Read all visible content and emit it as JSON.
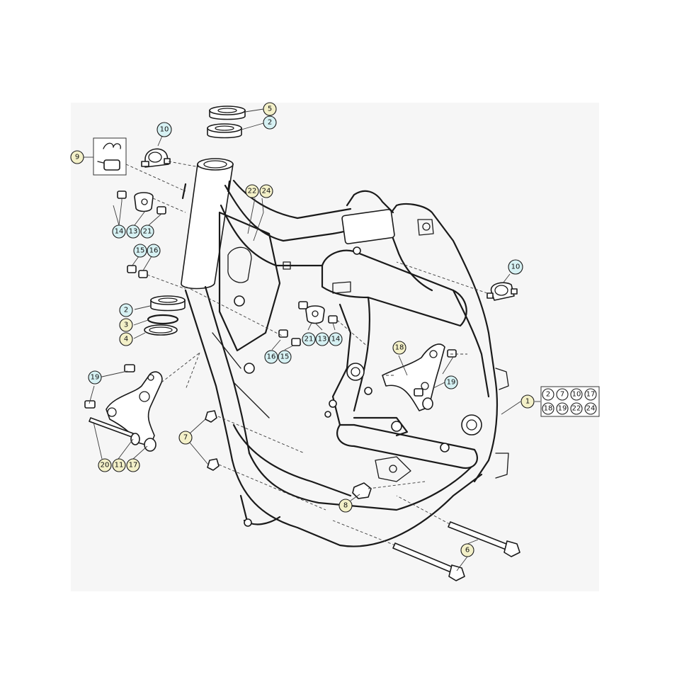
{
  "colors": {
    "callout_yellow": "#f3f0c8",
    "callout_cyan": "#d6f1f3",
    "callout_white": "#ffffff",
    "panel_background": "#f6f6f6",
    "line": "#1a1a1a"
  },
  "callouts": [
    {
      "id": "c5",
      "label": "5",
      "style": "yellow"
    },
    {
      "id": "c2a",
      "label": "2",
      "style": "cyan"
    },
    {
      "id": "c10a",
      "label": "10",
      "style": "cyan"
    },
    {
      "id": "c9",
      "label": "9",
      "style": "yellow"
    },
    {
      "id": "c22",
      "label": "22",
      "style": "yellow"
    },
    {
      "id": "c24",
      "label": "24",
      "style": "yellow"
    },
    {
      "id": "c14a",
      "label": "14",
      "style": "cyan"
    },
    {
      "id": "c13a",
      "label": "13",
      "style": "cyan"
    },
    {
      "id": "c21a",
      "label": "21",
      "style": "cyan"
    },
    {
      "id": "c15a",
      "label": "15",
      "style": "cyan"
    },
    {
      "id": "c16a",
      "label": "16",
      "style": "cyan"
    },
    {
      "id": "c2b",
      "label": "2",
      "style": "cyan"
    },
    {
      "id": "c3",
      "label": "3",
      "style": "yellow"
    },
    {
      "id": "c4",
      "label": "4",
      "style": "yellow"
    },
    {
      "id": "c21b",
      "label": "21",
      "style": "cyan"
    },
    {
      "id": "c13b",
      "label": "13",
      "style": "cyan"
    },
    {
      "id": "c14b",
      "label": "14",
      "style": "cyan"
    },
    {
      "id": "c16b",
      "label": "16",
      "style": "cyan"
    },
    {
      "id": "c15b",
      "label": "15",
      "style": "cyan"
    },
    {
      "id": "c10b",
      "label": "10",
      "style": "cyan"
    },
    {
      "id": "c18",
      "label": "18",
      "style": "yellow"
    },
    {
      "id": "c19a",
      "label": "19",
      "style": "cyan"
    },
    {
      "id": "c19b",
      "label": "19",
      "style": "cyan"
    },
    {
      "id": "c1",
      "label": "1",
      "style": "yellow"
    },
    {
      "id": "c7",
      "label": "7",
      "style": "yellow"
    },
    {
      "id": "c20",
      "label": "20",
      "style": "yellow"
    },
    {
      "id": "c11",
      "label": "11",
      "style": "yellow"
    },
    {
      "id": "c17",
      "label": "17",
      "style": "yellow"
    },
    {
      "id": "c8",
      "label": "8",
      "style": "yellow"
    },
    {
      "id": "c6",
      "label": "6",
      "style": "yellow"
    }
  ],
  "kit_box": {
    "labels": [
      "2",
      "7",
      "10",
      "17",
      "18",
      "19",
      "22",
      "24"
    ]
  }
}
